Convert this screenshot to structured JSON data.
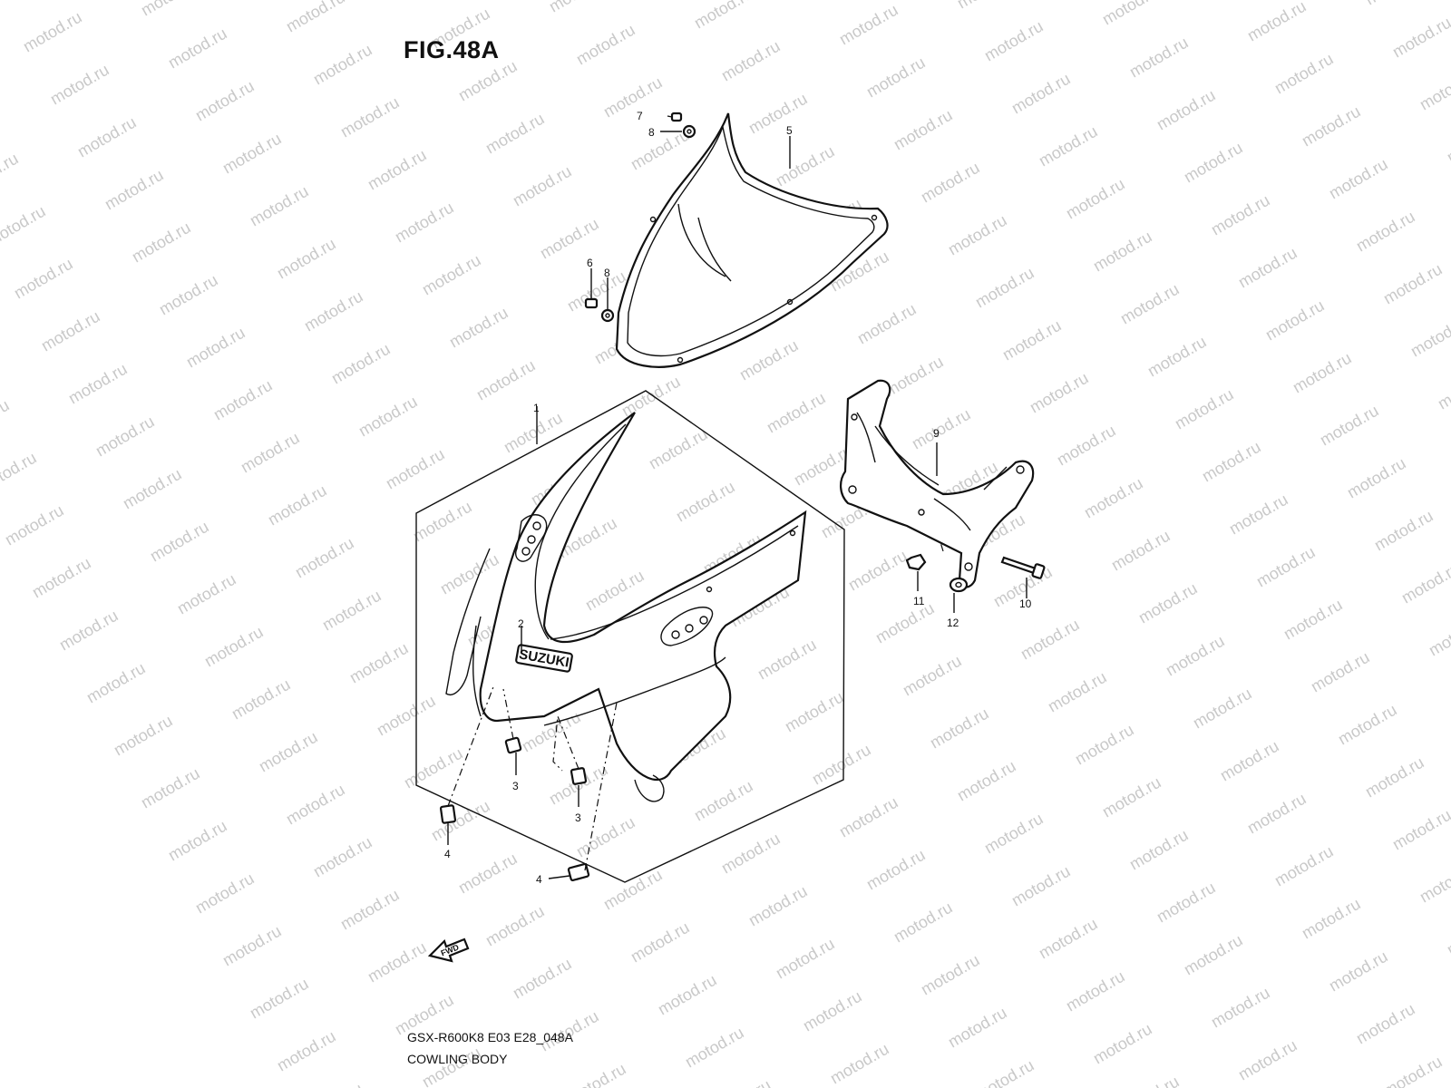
{
  "figure": {
    "title": "FIG.48A",
    "model_code": "GSX-R600K8 E03 E28_048A",
    "section_name": "COWLING BODY"
  },
  "watermark": "motod.ru",
  "brand_decal": "SUZUKI",
  "fwd_label": "FWD",
  "callouts": [
    {
      "id": "c1",
      "label": "1"
    },
    {
      "id": "c2",
      "label": "2"
    },
    {
      "id": "c3a",
      "label": "3"
    },
    {
      "id": "c3b",
      "label": "3"
    },
    {
      "id": "c4a",
      "label": "4"
    },
    {
      "id": "c4b",
      "label": "4"
    },
    {
      "id": "c5",
      "label": "5"
    },
    {
      "id": "c6",
      "label": "6"
    },
    {
      "id": "c7",
      "label": "7"
    },
    {
      "id": "c8a",
      "label": "8"
    },
    {
      "id": "c8b",
      "label": "8"
    },
    {
      "id": "c9",
      "label": "9"
    },
    {
      "id": "c10",
      "label": "10"
    },
    {
      "id": "c11",
      "label": "11"
    },
    {
      "id": "c12",
      "label": "12"
    }
  ]
}
